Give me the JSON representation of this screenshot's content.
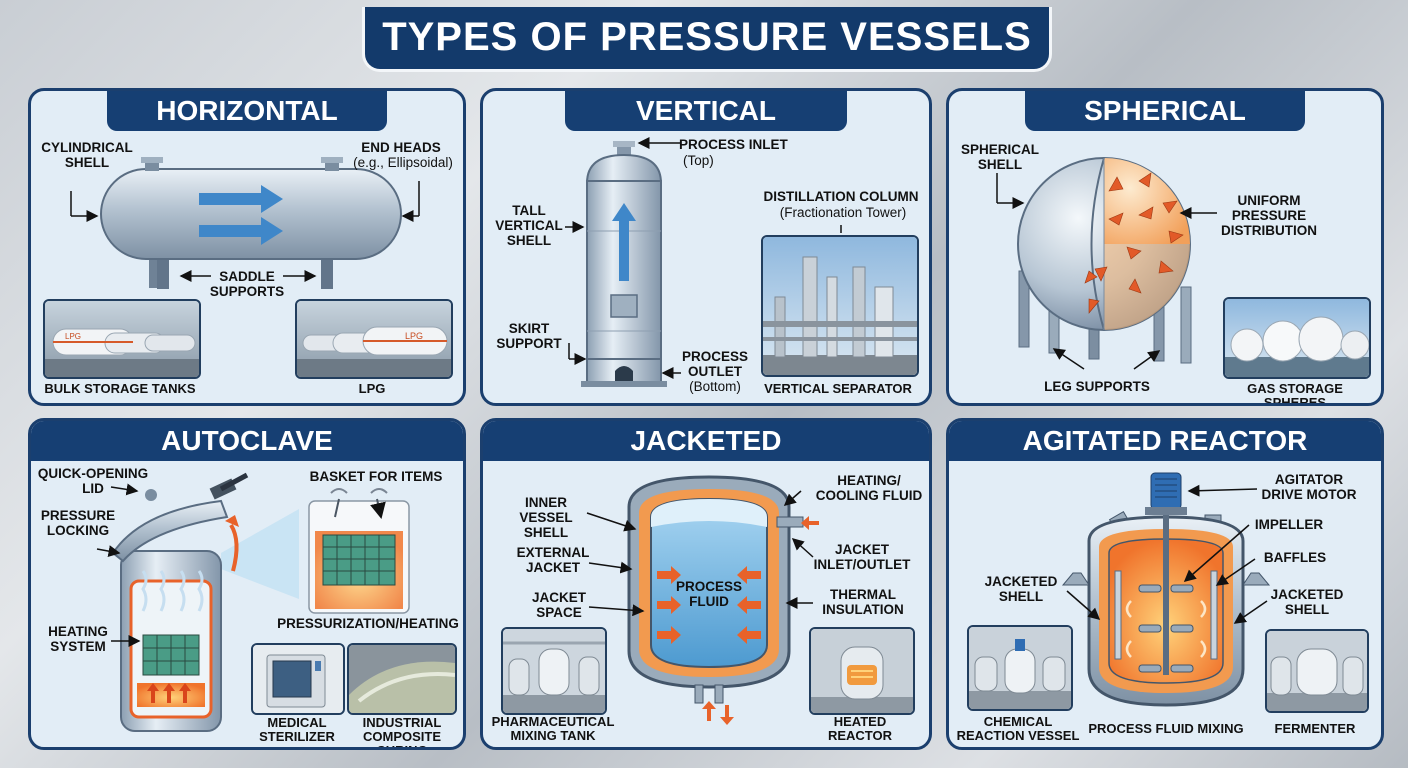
{
  "title": "TYPES OF PRESSURE VESSELS",
  "panels": {
    "horizontal": {
      "title": "HORIZONTAL",
      "shell": "CYLINDRICAL\nSHELL",
      "heads": "END HEADS",
      "heads_sub": "(e.g., Ellipsoidal)",
      "supports": "SADDLE\nSUPPORTS",
      "photo1": "BULK STORAGE TANKS",
      "photo2": "LPG",
      "tank_text1": "LPG",
      "tank_text2": "LPG"
    },
    "vertical": {
      "title": "VERTICAL",
      "inlet": "PROCESS INLET",
      "inlet_sub": "(Top)",
      "shell": "TALL\nVERTICAL\nSHELL",
      "column": "DISTILLATION COLUMN",
      "column_sub": "(Fractionation Tower)",
      "skirt": "SKIRT\nSUPPORT",
      "outlet": "PROCESS\nOUTLET",
      "outlet_sub": "(Bottom)",
      "photo": "VERTICAL SEPARATOR"
    },
    "spherical": {
      "title": "SPHERICAL",
      "shell": "SPHERICAL\nSHELL",
      "pressure": "UNIFORM\nPRESSURE\nDISTRIBUTION",
      "legs": "LEG SUPPORTS",
      "photo": "GAS STORAGE SPHERES"
    },
    "autoclave": {
      "title": "AUTOCLAVE",
      "lid": "QUICK-OPENING\nLID",
      "basket": "BASKET FOR ITEMS",
      "locking": "PRESSURE\nLOCKING",
      "heating": "HEATING\nSYSTEM",
      "process": "PRESSURIZATION/HEATING",
      "photo1": "MEDICAL\nSTERILIZER",
      "photo2": "INDUSTRIAL\nCOMPOSITE CURING"
    },
    "jacketed": {
      "title": "JACKETED",
      "inner": "INNER VESSEL\nSHELL",
      "fluid_hc": "HEATING/\nCOOLING FLUID",
      "ext": "EXTERNAL\nJACKET",
      "inout": "JACKET\nINLET/OUTLET",
      "fluid": "PROCESS\nFLUID",
      "space": "JACKET\nSPACE",
      "insulation": "THERMAL\nINSULATION",
      "photo1": "PHARMACEUTICAL\nMIXING TANK",
      "photo2": "HEATED\nREACTOR"
    },
    "agitated": {
      "title": "AGITATED REACTOR",
      "motor": "AGITATOR\nDRIVE MOTOR",
      "impeller": "IMPELLER",
      "baffles": "BAFFLES",
      "shell_left": "JACKETED\nSHELL",
      "shell_right": "JACKETED\nSHELL",
      "photo1": "CHEMICAL\nREACTION VESSEL",
      "mixing": "PROCESS FLUID MIXING",
      "photo2": "FERMENTER"
    }
  },
  "colors": {
    "navy": "#163f73",
    "steel": "#b9c8d6",
    "orange": "#e8622a",
    "fluid": "#6fb5e0"
  }
}
